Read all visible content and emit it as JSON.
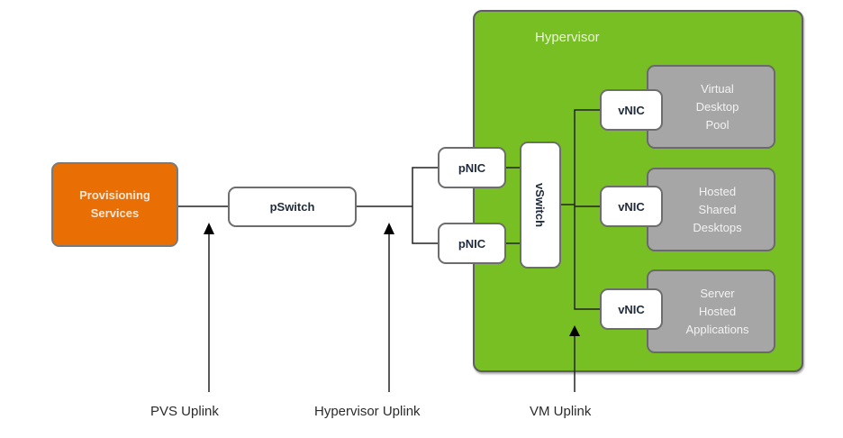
{
  "diagram": {
    "hypervisor": {
      "title": "Hypervisor",
      "color": "#77bf22"
    },
    "provisioning_services": {
      "label_line1": "Provisioning",
      "label_line2": "Services",
      "color": "#e96f05"
    },
    "pswitch": {
      "label": "pSwitch"
    },
    "pnics": [
      {
        "label": "pNIC"
      },
      {
        "label": "pNIC"
      }
    ],
    "vswitch": {
      "label": "vSwitch"
    },
    "vnics": [
      {
        "label": "vNIC"
      },
      {
        "label": "vNIC"
      },
      {
        "label": "vNIC"
      }
    ],
    "workloads": [
      {
        "line1": "Virtual",
        "line2": "Desktop",
        "line3": "Pool"
      },
      {
        "line1": "Hosted",
        "line2": "Shared",
        "line3": "Desktops"
      },
      {
        "line1": "Server",
        "line2": "Hosted",
        "line3": "Applications"
      }
    ],
    "uplinks": [
      {
        "label": "PVS Uplink"
      },
      {
        "label": "Hypervisor Uplink"
      },
      {
        "label": "VM Uplink"
      }
    ]
  }
}
